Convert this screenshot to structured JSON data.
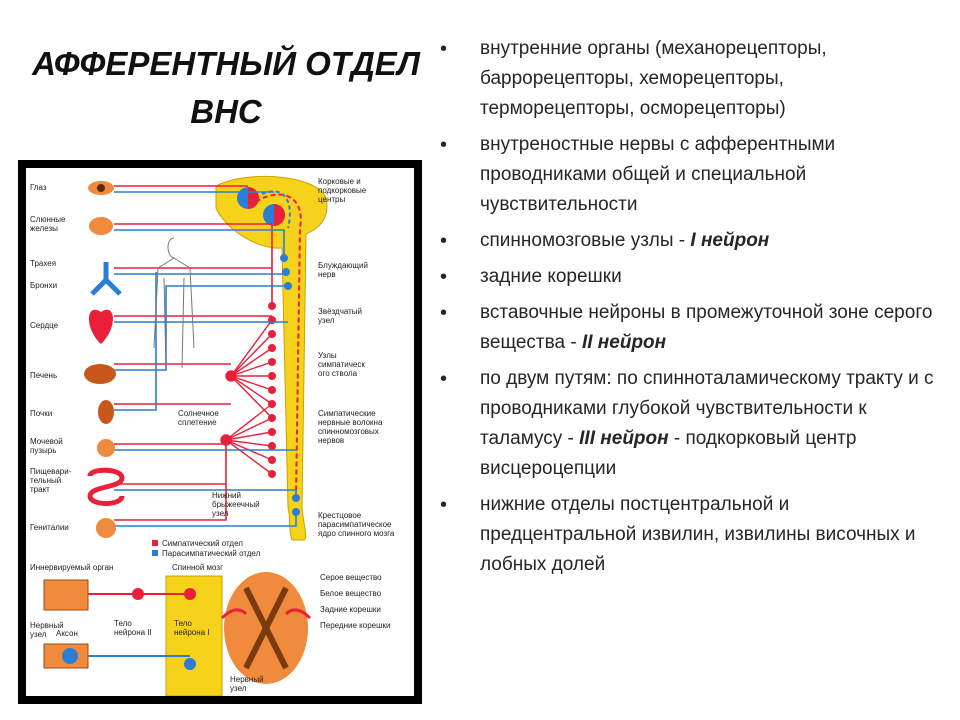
{
  "title": {
    "line1": "АФФЕРЕНТНЫЙ ОТДЕЛ",
    "line2": "ВНС"
  },
  "bullets": [
    {
      "text": "внутренние органы (механорецепторы, баррорецепторы, хеморецепторы, терморецепторы, осморецепторы)",
      "emph": ""
    },
    {
      "text": "внутреностные нервы с афферентными проводниками общей и специальной чувствительности",
      "emph": ""
    },
    {
      "text": "спинномозговые узлы - ",
      "emph": "I нейрон"
    },
    {
      "text": "задние корешки",
      "emph": ""
    },
    {
      "text": " вставочные нейроны в промежуточной зоне серого вещества - ",
      "emph": "II нейрон"
    },
    {
      "text": "по двум путям: по спинноталамическому тракту и с проводниками глубокой чувствительности к таламусу - ",
      "emph": "III нейрон",
      "tail": " - подкорковый центр висцероцепции"
    },
    {
      "text": "нижние отделы постцентральной и предцентральной извилин, извилины височных и лобных долей",
      "emph": ""
    }
  ],
  "figure": {
    "organs": [
      "Глаз",
      "Слюнные железы",
      "Трахея",
      "Бронхи",
      "Сердце",
      "Печень",
      "Почки",
      "Мочевой пузырь",
      "Пищеварительный тракт",
      "Гениталии"
    ],
    "organ_lines": {
      "salivary": [
        "Слюнные",
        "железы"
      ],
      "gi": [
        "Пищевари-",
        "тельный",
        "тракт"
      ],
      "bladder": [
        "Мочевой",
        "пузырь"
      ]
    },
    "right_labels": {
      "cortex": [
        "Корковые и",
        "подкорковые",
        "центры"
      ],
      "vagus": [
        "Блуждающий",
        "нерв"
      ],
      "stellate": [
        "Звёздчатый",
        "узел"
      ],
      "sympathetic_trunk": [
        "Узлы",
        "симпатическ",
        "ого ствола"
      ],
      "sympathetic_nerves": [
        "Симпатические",
        "нервные волокна",
        "спинномозговых",
        "нервов"
      ],
      "sacral": [
        "Крестцовое",
        "парасимпатическое",
        "ядро спинного мозга"
      ]
    },
    "middle_labels": {
      "celiac": [
        "Солнечное",
        "сплетение"
      ],
      "mesenteric": [
        "Нижний",
        "брыжеечный",
        "узел"
      ]
    },
    "legend": {
      "sympathetic": "Симпатический отдел",
      "parasympathetic": "Парасимпатический отдел"
    },
    "bottom_labels": {
      "innervated": "Иннервируемый орган",
      "spinal_cord": "Спинной мозг",
      "ganglion": [
        "Нервный",
        "узел"
      ],
      "axon": "Аксон",
      "body2": [
        "Тело",
        "нейрона II"
      ],
      "body1": [
        "Тело",
        "нейрона I"
      ],
      "grey": "Серое вещество",
      "white": "Белое вещество",
      "dorsal": "Задние корешки",
      "ventral": "Передние корешки",
      "ganglion2": [
        "Нервный",
        "узел"
      ]
    },
    "colors": {
      "sympathetic": "#e8203a",
      "parasympathetic": "#2a7fd4",
      "cns": "#f7d21a",
      "organ": "#f08a3c"
    }
  }
}
